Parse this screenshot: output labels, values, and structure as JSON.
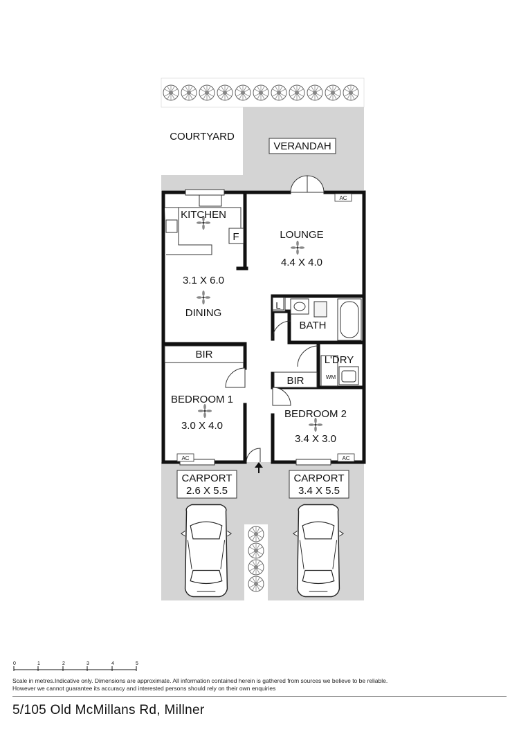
{
  "rooms": {
    "courtyard": "COURTYARD",
    "verandah": "VERANDAH",
    "kitchen": "KITCHEN",
    "fridge": "F",
    "lounge": "LOUNGE",
    "lounge_dims": "4.4 X 4.0",
    "dining_dims": "3.1 X 6.0",
    "dining": "DINING",
    "linen": "L",
    "bath": "BATH",
    "laundry": "L'DRY",
    "washing_machine": "WM",
    "bir_1": "BIR",
    "bir_2": "BIR",
    "bedroom1": "BEDROOM 1",
    "bedroom1_dims": "3.0 X 4.0",
    "bedroom2": "BEDROOM 2",
    "bedroom2_dims": "3.4 X 3.0",
    "carport1": "CARPORT",
    "carport1_dims": "2.6 X 5.5",
    "carport2": "CARPORT",
    "carport2_dims": "3.4 X 5.5",
    "ac_lounge": "AC",
    "ac_bed1": "AC",
    "ac_bed2": "AC"
  },
  "scale": {
    "ticks": [
      "0",
      "1",
      "2",
      "3",
      "4",
      "5"
    ]
  },
  "disclaimer": "Scale in metres.Indicative only. Dimensions are approximate. All information contained herein is gathered from sources we believe to be reliable. However we cannot guarantee its accuracy and interested persons should rely on their own enquiries",
  "address": "5/105 Old McMillans Rd, Millner",
  "colors": {
    "ground": "#d4d4d4",
    "wall": "#111111",
    "tree": "#777777"
  }
}
